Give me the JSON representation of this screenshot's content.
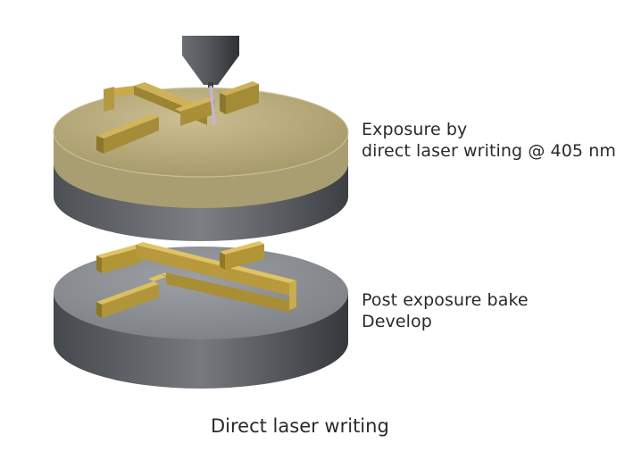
{
  "steps": [
    {
      "lines": [
        "Exposure by",
        "direct laser writing @ 405 nm"
      ]
    },
    {
      "lines": [
        "Post exposure bake",
        "Develop"
      ]
    }
  ],
  "title": "Direct laser writing",
  "colors": {
    "resist_layer": "#b9ac7c",
    "substrate_top": "#8a8d91",
    "substrate_side_dark": "#3e4145",
    "structure_gold": "#c8a84a",
    "laser_head": "#4f5256",
    "laser_beam": "#c6b3e6"
  }
}
